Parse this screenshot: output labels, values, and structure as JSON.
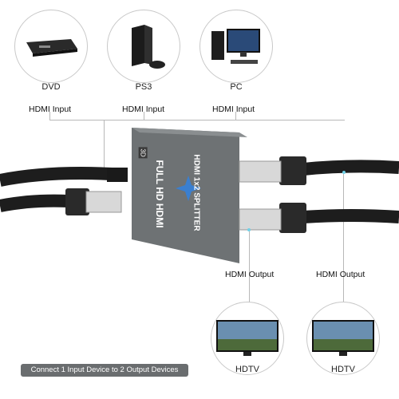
{
  "sources": [
    {
      "label": "DVD",
      "icon": "dvd-drive-icon"
    },
    {
      "label": "PS3",
      "icon": "game-console-icon"
    },
    {
      "label": "PC",
      "icon": "desktop-computer-icon"
    }
  ],
  "inputs": [
    {
      "label": "HDMI Input"
    },
    {
      "label": "HDMI Input"
    },
    {
      "label": "HDMI Input"
    }
  ],
  "outputs": [
    {
      "label": "HDMI Output"
    },
    {
      "label": "HDMI Output"
    }
  ],
  "displays": [
    {
      "label": "HDTV",
      "icon": "tv-icon"
    },
    {
      "label": "HDTV",
      "icon": "tv-icon"
    }
  ],
  "device": {
    "brand_line": "HDMI 1x2 SPLITTER",
    "sub_line": "FULL HD HDMI",
    "badge": "3D"
  },
  "banner": "Connect 1 Input Device to 2 Output Devices",
  "colors": {
    "device_body": "#6e7274",
    "cable": "#1d1d1d",
    "banner": "#6a6d6f",
    "accent_blue": "#3a7fd0"
  }
}
